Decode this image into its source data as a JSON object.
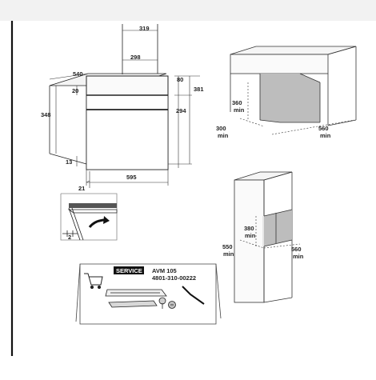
{
  "oven_dimensions": {
    "d319": "319",
    "d298": "298",
    "d540": "540",
    "d80": "80",
    "d20": "20",
    "d381": "381",
    "d348": "348",
    "d294": "294",
    "d13": "13",
    "d595": "595",
    "d21": "21"
  },
  "detail": {
    "gap": "2"
  },
  "wall_cabinet": {
    "d360": "360",
    "d300": "300",
    "d560": "560",
    "min": "min"
  },
  "tall_cabinet": {
    "d380": "380",
    "d550": "550",
    "d560": "560",
    "min": "min"
  },
  "service_box": {
    "badge": "SERVICE",
    "model": "AVM 105",
    "code": "4801-310-00222"
  }
}
